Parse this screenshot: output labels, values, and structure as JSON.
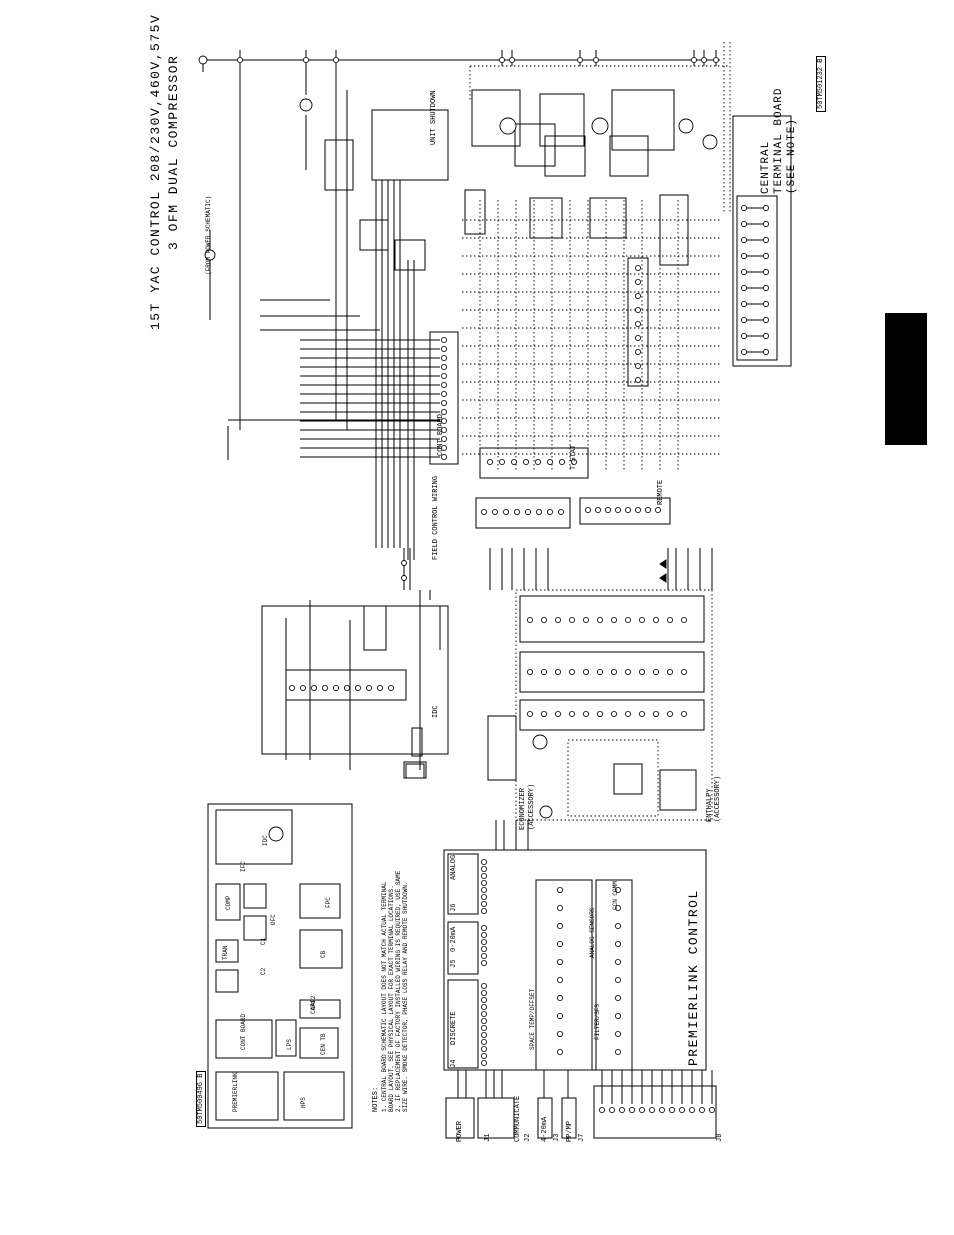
{
  "drawing": {
    "title_line1": "15T YAC CONTROL 208/230V,460V,575V",
    "title_line2": "3 OFM DUAL COMPRESSOR",
    "drawing_number_top": "50TM501232 B",
    "drawing_number_legend": "50TM500496 B",
    "side_tab_color": "#000000"
  },
  "central_board": {
    "title_line1": "CENTRAL",
    "title_line2": "TERMINAL BOARD",
    "title_line3": "(SEE NOTE)"
  },
  "premierlink": {
    "title": "PREMIERLINK CONTROL",
    "connectors": [
      {
        "id": "J1",
        "label": "POWER"
      },
      {
        "id": "J2",
        "label": "COMMUNICATE"
      },
      {
        "id": "J3",
        "label": "4-20mA"
      },
      {
        "id": "J7",
        "label": "PP/MP"
      },
      {
        "id": "J8",
        "label": ""
      }
    ],
    "io_groups": [
      {
        "id": "J4",
        "label": "DISCRETE"
      },
      {
        "id": "J5",
        "label": "0-20mA"
      },
      {
        "id": "J6",
        "label": "ANALOG"
      }
    ],
    "sensor_blocks": [
      "SPACE TEMP/OFFSET",
      "ANALOG SENSORS",
      "CCN COMM",
      "FILTER/SFS"
    ]
  },
  "boards": {
    "idc": "IDC",
    "cont_board": "CONT BOARD",
    "unit_shutdown": "UNIT SHUTDOWN",
    "economizer": "ECONOMIZER",
    "economizer_accessory": "(ACCESSORY)",
    "enthalpy": "ENTHALPY",
    "enthalpy_accessory": "(ACCESSORY)",
    "field_control_wiring": "FIELD CONTROL WIRING",
    "remote_sensor": "REMOTE",
    "thermostat": "T-STAT",
    "power_schematic_note": "(FROM POWER SCHEMATIC)"
  },
  "notes": {
    "heading": "NOTES:",
    "items": [
      "1. CENTRAL BOARD SCHEMATIC LAYOUT DOES NOT MATCH ACTUAL TERMINAL",
      "   BOARD LAYOUT. SEE PHYSICAL LAYOUT FOR EXACT TERMINAL LOCATIONS.",
      "2. IF REPLACEMENT OF FACTORY INSTALLED WIRING IS REQUIRED, USE SAME",
      "   SIZE WIRE. SMOKE DETECTOR, PHASE LOSS RELAY AND REMOTE SHUTDOWN."
    ]
  },
  "component_legend": {
    "labels": [
      "IDC",
      "COMP",
      "FPC",
      "C1",
      "C2",
      "OFC",
      "PREMIERLINK",
      "CB",
      "TRAN",
      "CONT BOARD",
      "LPS",
      "CAP1",
      "CAP2",
      "CEN TB",
      "IFC",
      "HPS"
    ]
  }
}
